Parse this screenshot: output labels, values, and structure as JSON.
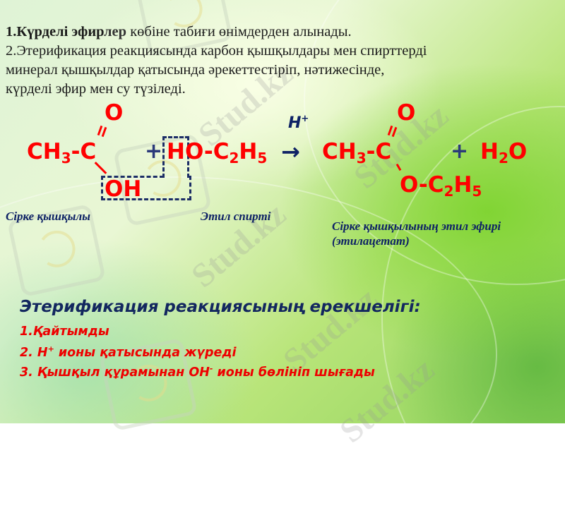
{
  "intro": {
    "line1_bold": "1.Күрделі эфир",
    "line1_semibold": "лер",
    "line1_rest": " көбіне табиғи өнімдерден алынады.",
    "line2": "2.Этерификация реакциясында карбон қышқылдары мен спирттерді",
    "line3": "минерал қышқылдар қатысында әрекеттестіріп, нәтижесінде,",
    "line4": "күрделі эфир мен су түзіледі."
  },
  "reaction": {
    "acid_ch3": "CH",
    "acid_sub3": "3",
    "acid_c": "-C",
    "acid_o": "O",
    "acid_oh": "OH",
    "plus1": "+",
    "alcohol_h": "H",
    "alcohol_o": "O-C",
    "alcohol_sub2": "2",
    "alcohol_h5": "H",
    "alcohol_sub5": "5",
    "catalyst": "H",
    "catalyst_sup": "+",
    "arrow": "→",
    "ester_ch3": "CH",
    "ester_sub3": "3",
    "ester_c": "-C",
    "ester_o": "O",
    "ester_oc": "O-C",
    "ester_sub2": "2",
    "ester_h": "H",
    "ester_sub5": "5",
    "plus2": "+",
    "water_h": "H",
    "water_sub2": "2",
    "water_o": "O"
  },
  "labels": {
    "acid": "Сірке қышқылы",
    "alcohol": "Этил спирті",
    "ester_line1": "Сірке қышқылының этил  эфирі",
    "ester_line2": "(этилацетат)"
  },
  "features": {
    "title": "Этерификация реакциясының  ерекшелігі:",
    "item1": "1.Қайтымды",
    "item2_pre": "2. H",
    "item2_sup": "+",
    "item2_post": " ионы  қатысында  жүреді",
    "item3_pre": "3. Қышқыл  құрамынан  OH",
    "item3_sup": "-",
    "item3_post": "  ионы   бөлініп  шығады"
  },
  "watermark": "Stud.kz",
  "colors": {
    "formula_red": "#ff0000",
    "navy": "#0e2265",
    "feature_red": "#ee0000"
  }
}
